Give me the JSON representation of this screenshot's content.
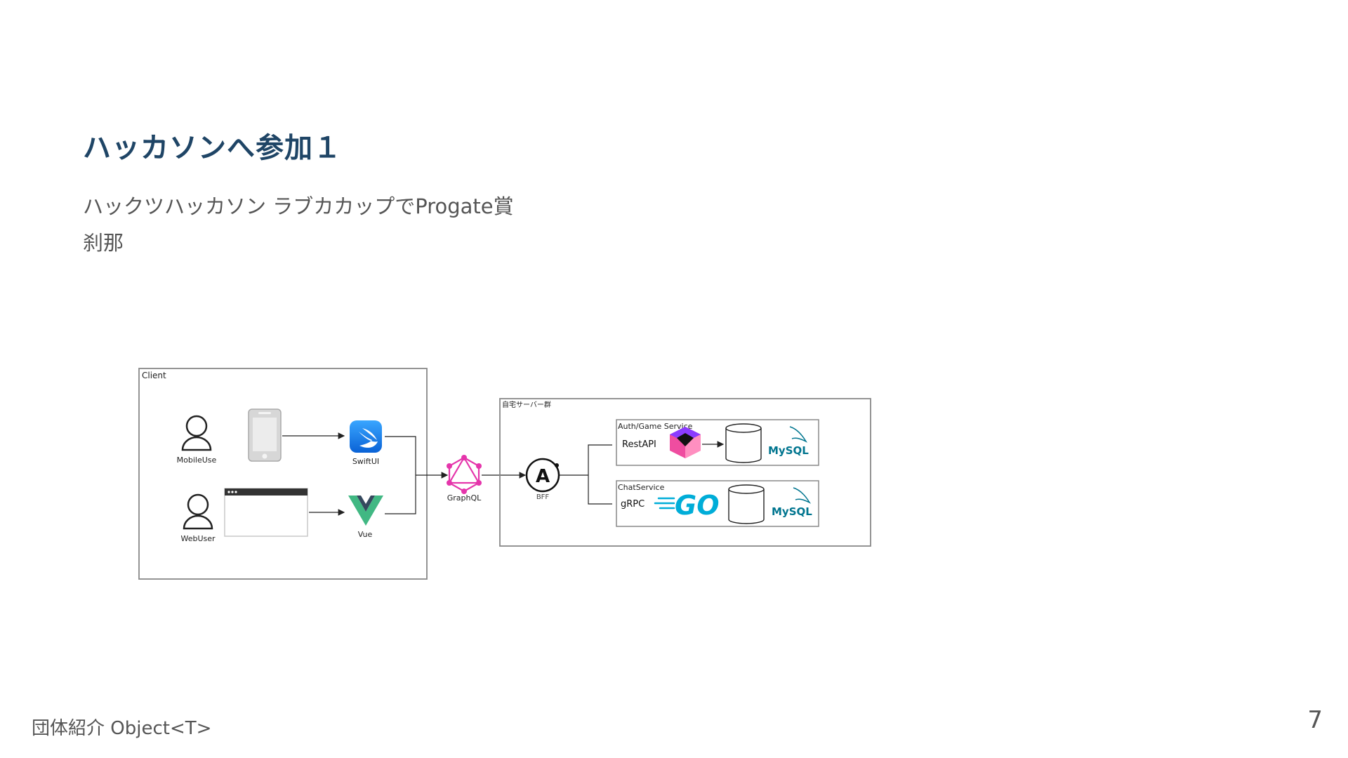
{
  "slide": {
    "title": "ハッカソンへ参加１",
    "bullets": [
      "ハックツハッカソン ラブカカップでProgate賞",
      "刹那"
    ],
    "footer": "団体紹介 Object<T>",
    "page_number": "7"
  },
  "diagram": {
    "client_group": "Client",
    "server_group": "自宅サーバー群",
    "mobile_user": "MobileUse",
    "web_user": "WebUser",
    "swiftui": "SwiftUI",
    "vue": "Vue",
    "graphql": "GraphQL",
    "bff": "BFF",
    "auth_service": "Auth/Game Service",
    "rest_api": "RestAPI",
    "chat_service": "ChatService",
    "grpc": "gRPC",
    "go_logo": "GO",
    "mysql_1": "MySQL",
    "mysql_2": "MySQL",
    "colors": {
      "title": "#1f4566",
      "swift": "#1f8fff",
      "vue_green": "#41b883",
      "vue_dark": "#35495e",
      "graphql": "#e535ab",
      "go": "#00add8",
      "mysql_blue": "#00758f",
      "mysql_orange": "#f29111"
    }
  }
}
